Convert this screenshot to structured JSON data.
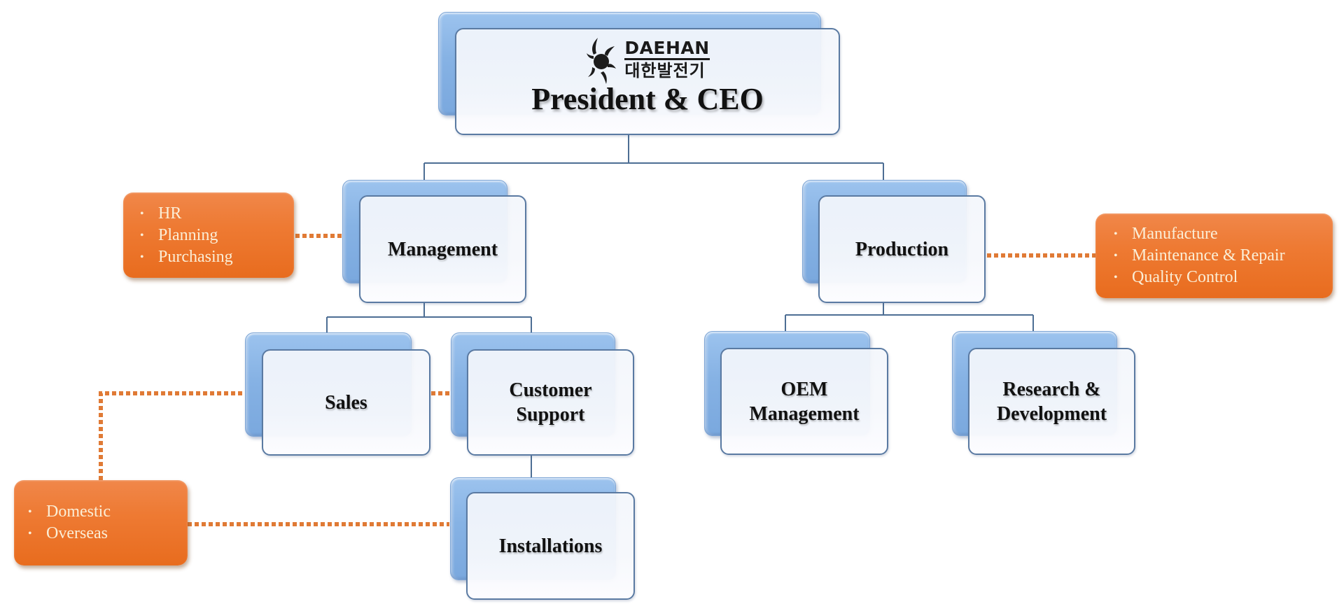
{
  "diagram": {
    "type": "org-chart",
    "company": {
      "logo_icon": "turbine-pinwheel-icon",
      "name_en": "DAEHAN",
      "name_ko": "대한발전기"
    },
    "root": {
      "id": "ceo",
      "label": "President & CEO"
    },
    "nodes": [
      {
        "id": "management",
        "label": "Management",
        "parent": "ceo"
      },
      {
        "id": "production",
        "label": "Production",
        "parent": "ceo"
      },
      {
        "id": "sales",
        "label": "Sales",
        "parent": "management"
      },
      {
        "id": "customer_support",
        "label": "Customer\nSupport",
        "parent": "management"
      },
      {
        "id": "installations",
        "label": "Installations",
        "parent": "customer_support"
      },
      {
        "id": "oem_management",
        "label": "OEM\nManagement",
        "parent": "production"
      },
      {
        "id": "research_development",
        "label": "Research &\nDevelopment",
        "parent": "production"
      }
    ],
    "callouts": [
      {
        "id": "management_functions",
        "attached_to": "management",
        "items": [
          "HR",
          "Planning",
          "Purchasing"
        ]
      },
      {
        "id": "production_functions",
        "attached_to": "production",
        "items": [
          "Manufacture",
          "Maintenance & Repair",
          "Quality Control"
        ]
      },
      {
        "id": "market_scope",
        "attached_to": [
          "sales",
          "customer_support",
          "installations"
        ],
        "items": [
          "Domestic",
          "Overseas"
        ]
      }
    ],
    "colors": {
      "node_back": "#86b2e4",
      "node_front": "#f4f7fb",
      "node_border": "#5a7aa2",
      "connector": "#4d6e94",
      "callout": "#ee7a33",
      "callout_text": "#fbeed6",
      "dotted_link": "#e07a35"
    },
    "bullet_glyph": "•"
  }
}
